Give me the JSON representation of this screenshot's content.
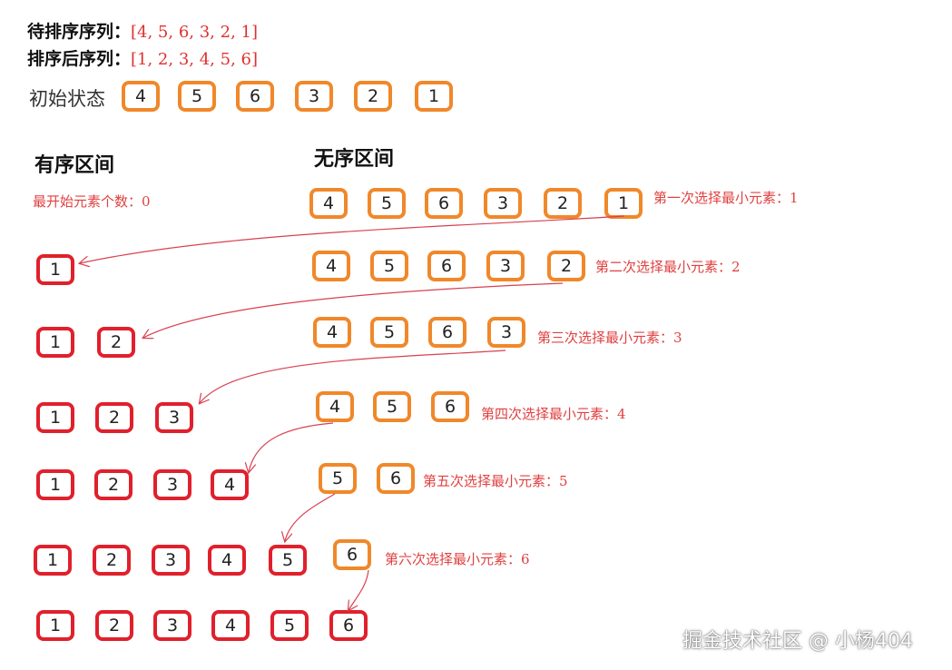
{
  "header": {
    "unsorted_label": "待排序序列：",
    "unsorted_value": "[4, 5, 6, 3, 2, 1]",
    "sorted_label": "排序后序列：",
    "sorted_value": "[1, 2, 3, 4, 5, 6]"
  },
  "initial_label": "初始状态",
  "initial_values": [
    "4",
    "5",
    "6",
    "3",
    "2",
    "1"
  ],
  "sorted_title": "有序区间",
  "unsorted_title": "无序区间",
  "sorted_start_note": "最开始元素个数：0",
  "steps": [
    {
      "unsorted": [
        "4",
        "5",
        "6",
        "3",
        "2",
        "1"
      ],
      "note": "第一次选择最小元素：1",
      "sorted": [
        "1"
      ]
    },
    {
      "unsorted": [
        "4",
        "5",
        "6",
        "3",
        "2"
      ],
      "note": "第二次选择最小元素：2",
      "sorted": [
        "1",
        "2"
      ]
    },
    {
      "unsorted": [
        "4",
        "5",
        "6",
        "3"
      ],
      "note": "第三次选择最小元素：3",
      "sorted": [
        "1",
        "2",
        "3"
      ]
    },
    {
      "unsorted": [
        "4",
        "5",
        "6"
      ],
      "note": "第四次选择最小元素：4",
      "sorted": [
        "1",
        "2",
        "3",
        "4"
      ]
    },
    {
      "unsorted": [
        "5",
        "6"
      ],
      "note": "第五次选择最小元素：5",
      "sorted": [
        "1",
        "2",
        "3",
        "4",
        "5"
      ]
    },
    {
      "unsorted": [
        "6"
      ],
      "note": "第六次选择最小元素：6",
      "sorted": [
        "1",
        "2",
        "3",
        "4",
        "5",
        "6"
      ]
    }
  ],
  "colors": {
    "unsorted_box": "#f0882a",
    "sorted_box": "#e0202c",
    "arrow": "#d94050",
    "note": "#e04040"
  },
  "watermark": "掘金技术社区 @ 小杨404"
}
